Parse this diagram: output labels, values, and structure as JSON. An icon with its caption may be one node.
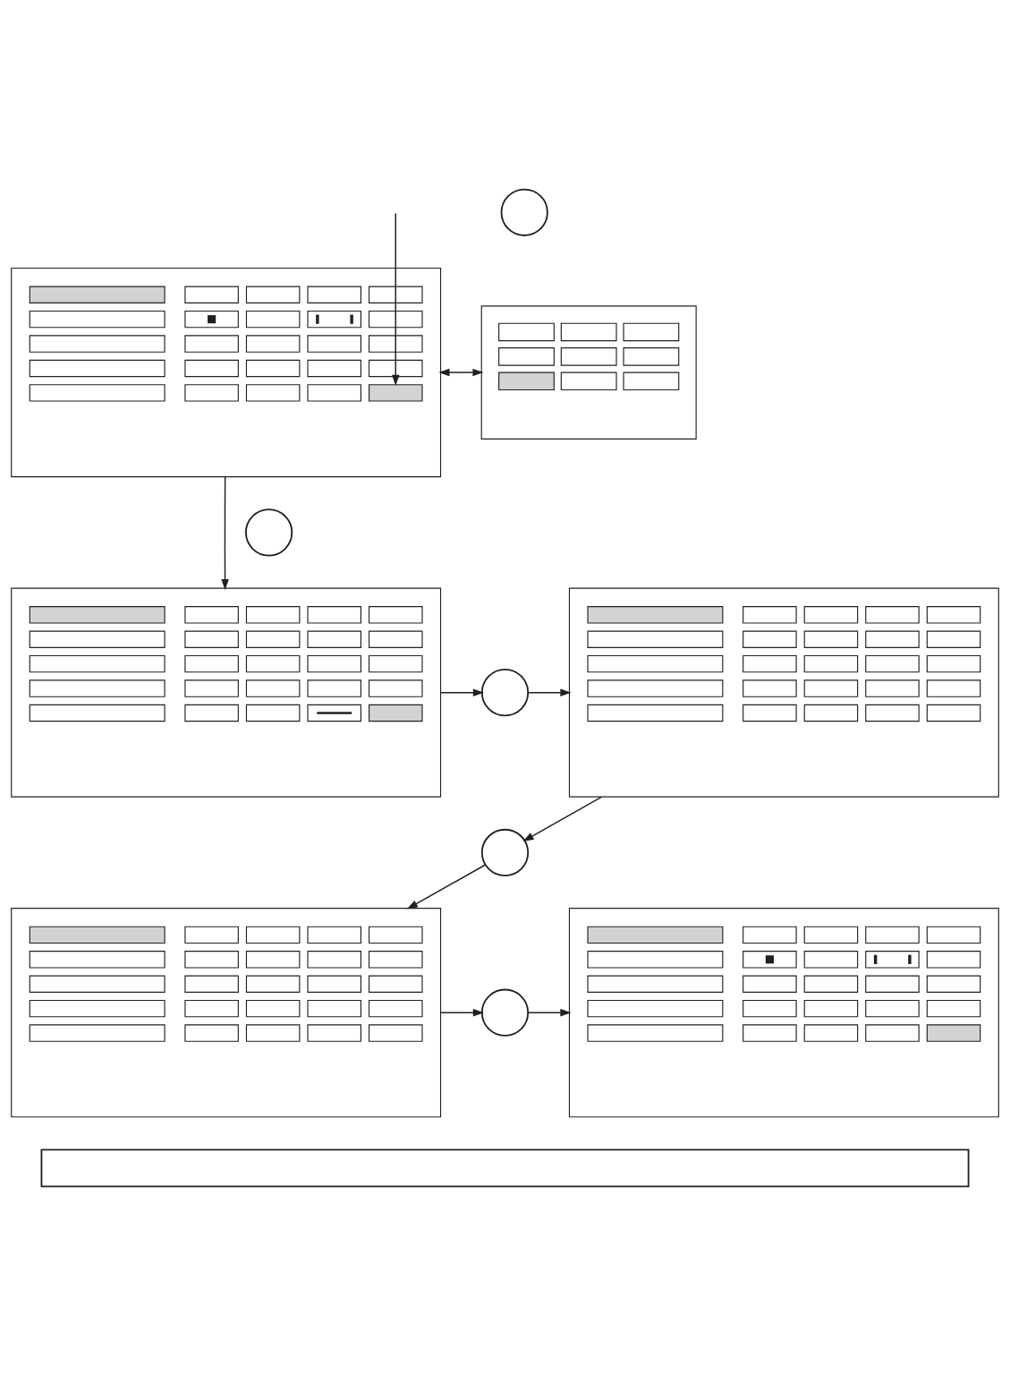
{
  "diagram": {
    "nodes": [
      {
        "text": [],
        "shape": "box"
      },
      {
        "text": [],
        "shape": "circle"
      },
      {
        "text": [],
        "shape": "box"
      },
      {
        "text": [],
        "shape": "circle"
      },
      {
        "text": [],
        "shape": "box"
      },
      {
        "text": [],
        "shape": "circle"
      },
      {
        "text": [],
        "shape": "box"
      },
      {
        "text": [],
        "shape": "circle"
      },
      {
        "text": [],
        "shape": "box"
      },
      {
        "text": [],
        "shape": "circle"
      },
      {
        "text": [],
        "shape": "box"
      },
      {
        "text": [],
        "shape": "box"
      }
    ],
    "edges": [
      {
        "from": null,
        "to": 0,
        "arrow": "to"
      },
      {
        "from": 0,
        "to": 2,
        "arrow": "both"
      },
      {
        "from": 0,
        "to": 4,
        "arrow": "to"
      },
      {
        "from": 4,
        "to": 5,
        "arrow": "to"
      },
      {
        "from": 5,
        "to": 6,
        "arrow": "to"
      },
      {
        "from": 6,
        "to": 7,
        "arrow": "to"
      },
      {
        "from": 7,
        "to": 8,
        "arrow": "to"
      },
      {
        "from": 8,
        "to": 9,
        "arrow": "to"
      },
      {
        "from": 9,
        "to": 10,
        "arrow": "to"
      }
    ]
  }
}
